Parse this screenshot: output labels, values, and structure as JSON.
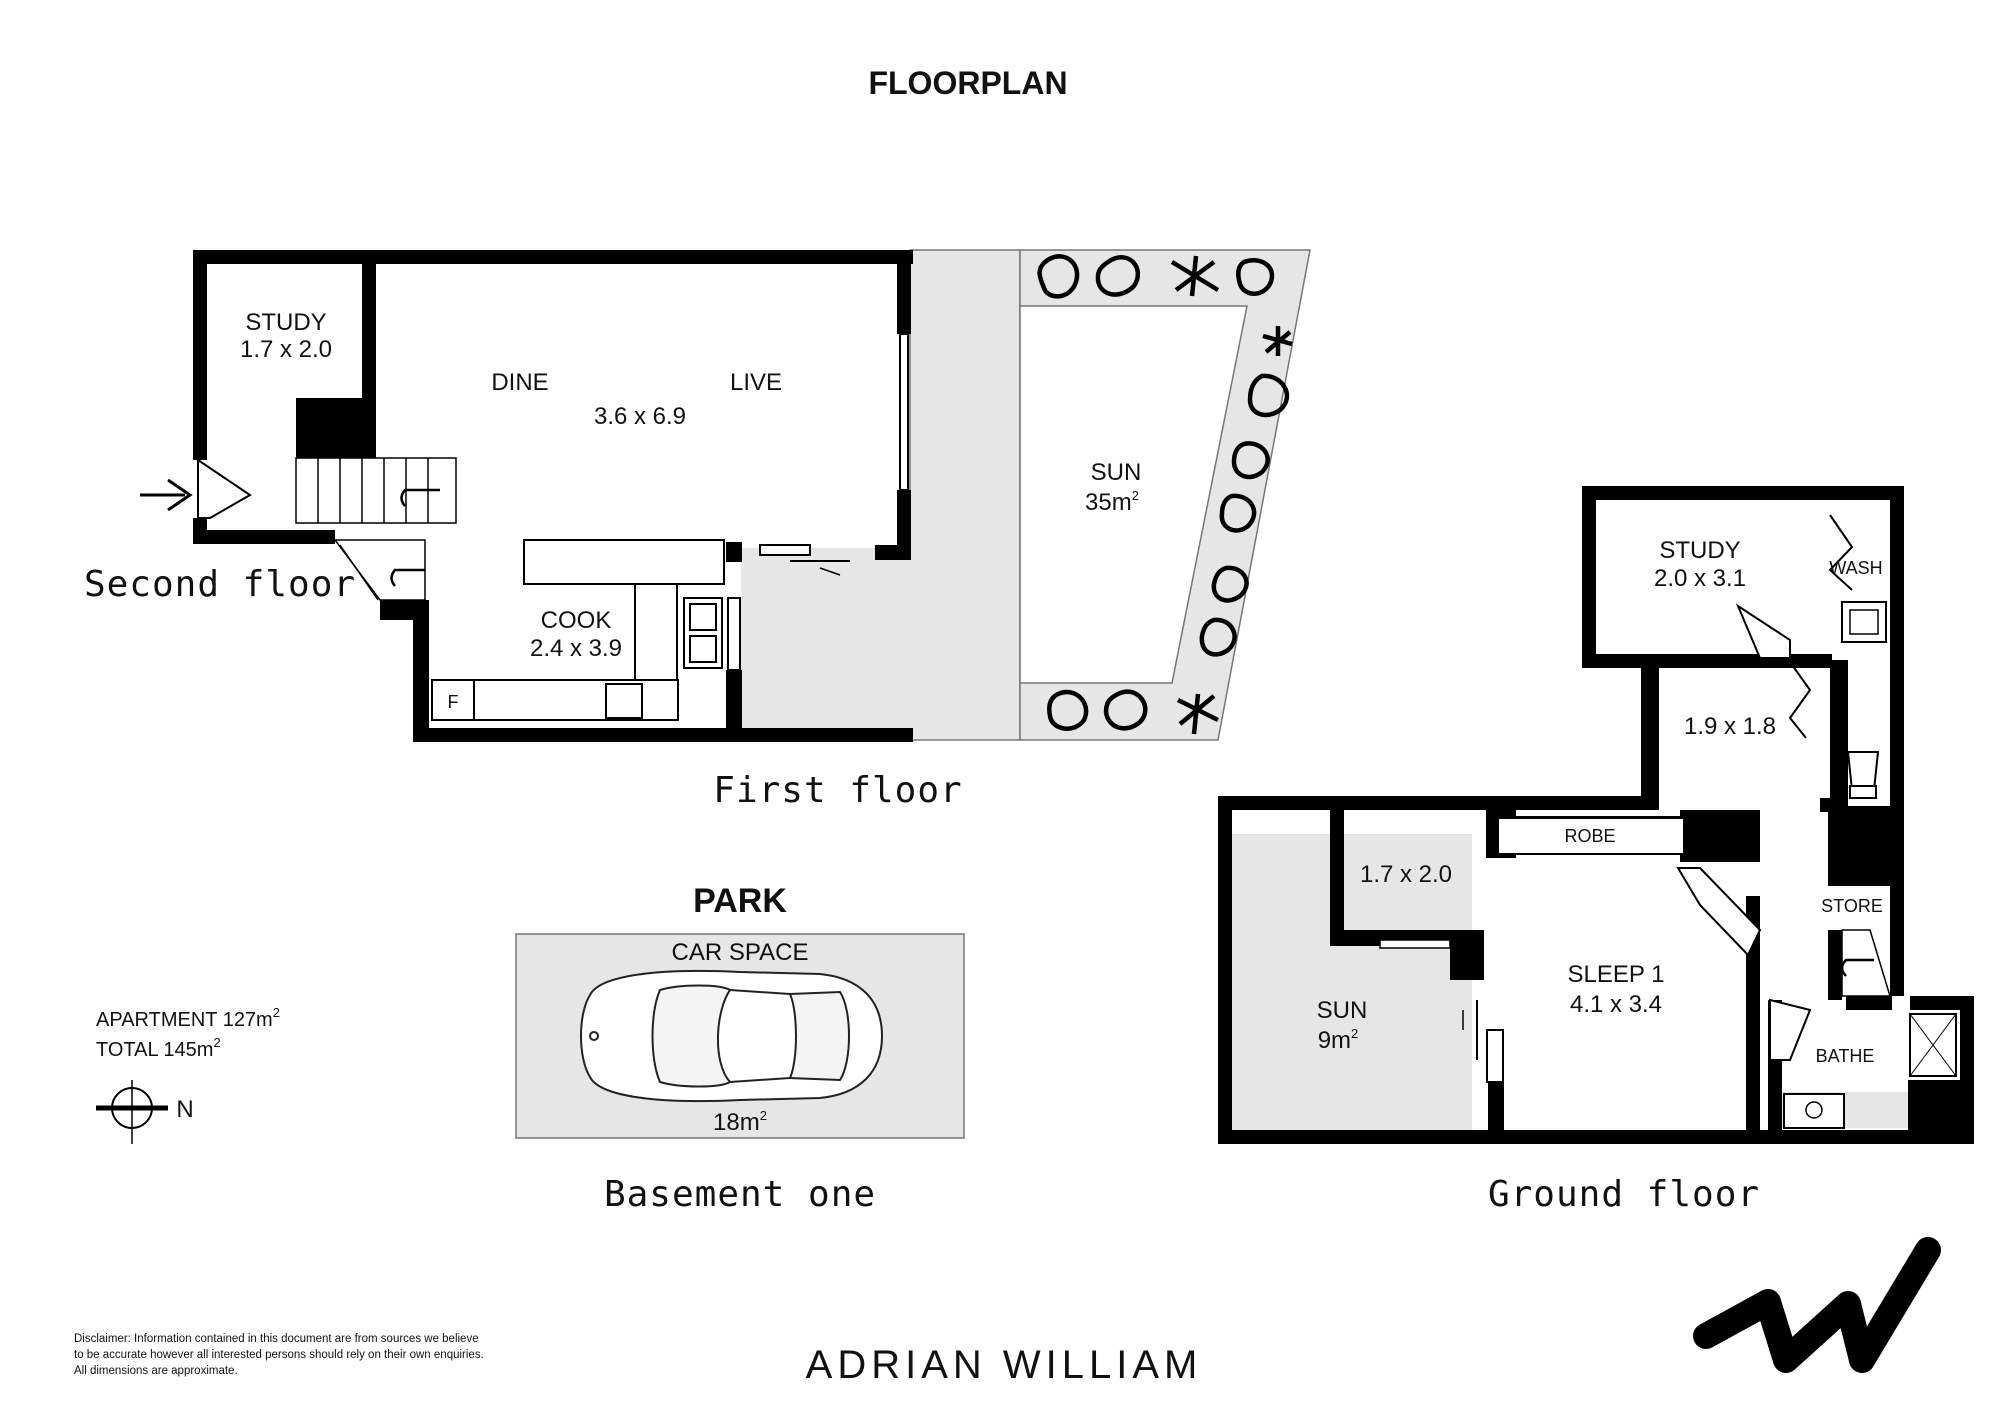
{
  "page": {
    "title": "FLOORPLAN"
  },
  "floors": {
    "second_floor": "Second floor",
    "first_floor": "First floor",
    "basement_one": "Basement one",
    "ground_floor": "Ground floor"
  },
  "first_floor_rooms": {
    "study_name": "STUDY",
    "study_dims": "1.7 x 2.0",
    "dine": "DINE",
    "live": "LIVE",
    "dine_live_dims": "3.6 x 6.9",
    "cook_name": "COOK",
    "cook_dims": "2.4 x 3.9",
    "fridge": "F",
    "sun_name": "SUN",
    "sun_area": "35m",
    "sun_area_sup": "2"
  },
  "ground_floor_rooms": {
    "study_name": "STUDY",
    "study_dims": "2.0 x 3.1",
    "wash": "WASH",
    "hall_dims": "1.9 x 1.8",
    "robe": "ROBE",
    "nook_dims": "1.7 x 2.0",
    "store": "STORE",
    "sleep_name": "SLEEP 1",
    "sleep_dims": "4.1 x 3.4",
    "sun_name": "SUN",
    "sun_area": "9m",
    "sun_area_sup": "2",
    "bathe": "BATHE"
  },
  "basement": {
    "park_title": "PARK",
    "car_space": "CAR SPACE",
    "area": "18m",
    "area_sup": "2"
  },
  "areas": {
    "apartment": "APARTMENT 127m",
    "apartment_sup": "2",
    "total": "TOTAL 145m",
    "total_sup": "2"
  },
  "compass": {
    "north": "N"
  },
  "disclaimer": {
    "line1": "Disclaimer: Information contained in this document are from sources we believe",
    "line2": "to be accurate however all interested persons should rely on their own enquiries.",
    "line3": "All dimensions are approximate."
  },
  "brand": {
    "name": "ADRIAN WILLIAM"
  }
}
